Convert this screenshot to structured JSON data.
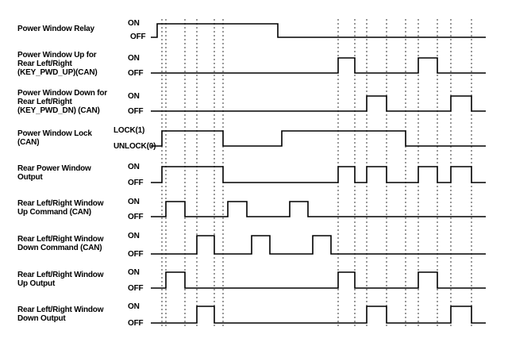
{
  "signals": [
    {
      "id": "power-window-relay",
      "label": "Power Window Relay",
      "high": "ON",
      "low": "OFF"
    },
    {
      "id": "pwd-up",
      "label": "Power Window Up for\nRear Left/Right\n(KEY_PWD_UP)(CAN)",
      "high": "ON",
      "low": "OFF"
    },
    {
      "id": "pwd-dn",
      "label": "Power Window Down for\nRear Left/Right\n(KEY_PWD_DN) (CAN)",
      "high": "ON",
      "low": "OFF"
    },
    {
      "id": "window-lock",
      "label": "Power Window Lock\n(CAN)",
      "high": "LOCK(1)",
      "low": "UNLOCK(0)"
    },
    {
      "id": "rear-output",
      "label": "Rear Power Window\nOutput",
      "high": "ON",
      "low": "OFF"
    },
    {
      "id": "up-command",
      "label": "Rear Left/Right Window\nUp Command  (CAN)",
      "high": "ON",
      "low": "OFF"
    },
    {
      "id": "down-command",
      "label": "Rear Left/Right Window\nDown Command (CAN)",
      "high": "ON",
      "low": "OFF"
    },
    {
      "id": "up-output",
      "label": "Rear Left/Right Window\nUp Output",
      "high": "ON",
      "low": "OFF"
    },
    {
      "id": "down-output",
      "label": "Rear Left/Right Window\nDown Output",
      "high": "ON",
      "low": "OFF"
    }
  ]
}
